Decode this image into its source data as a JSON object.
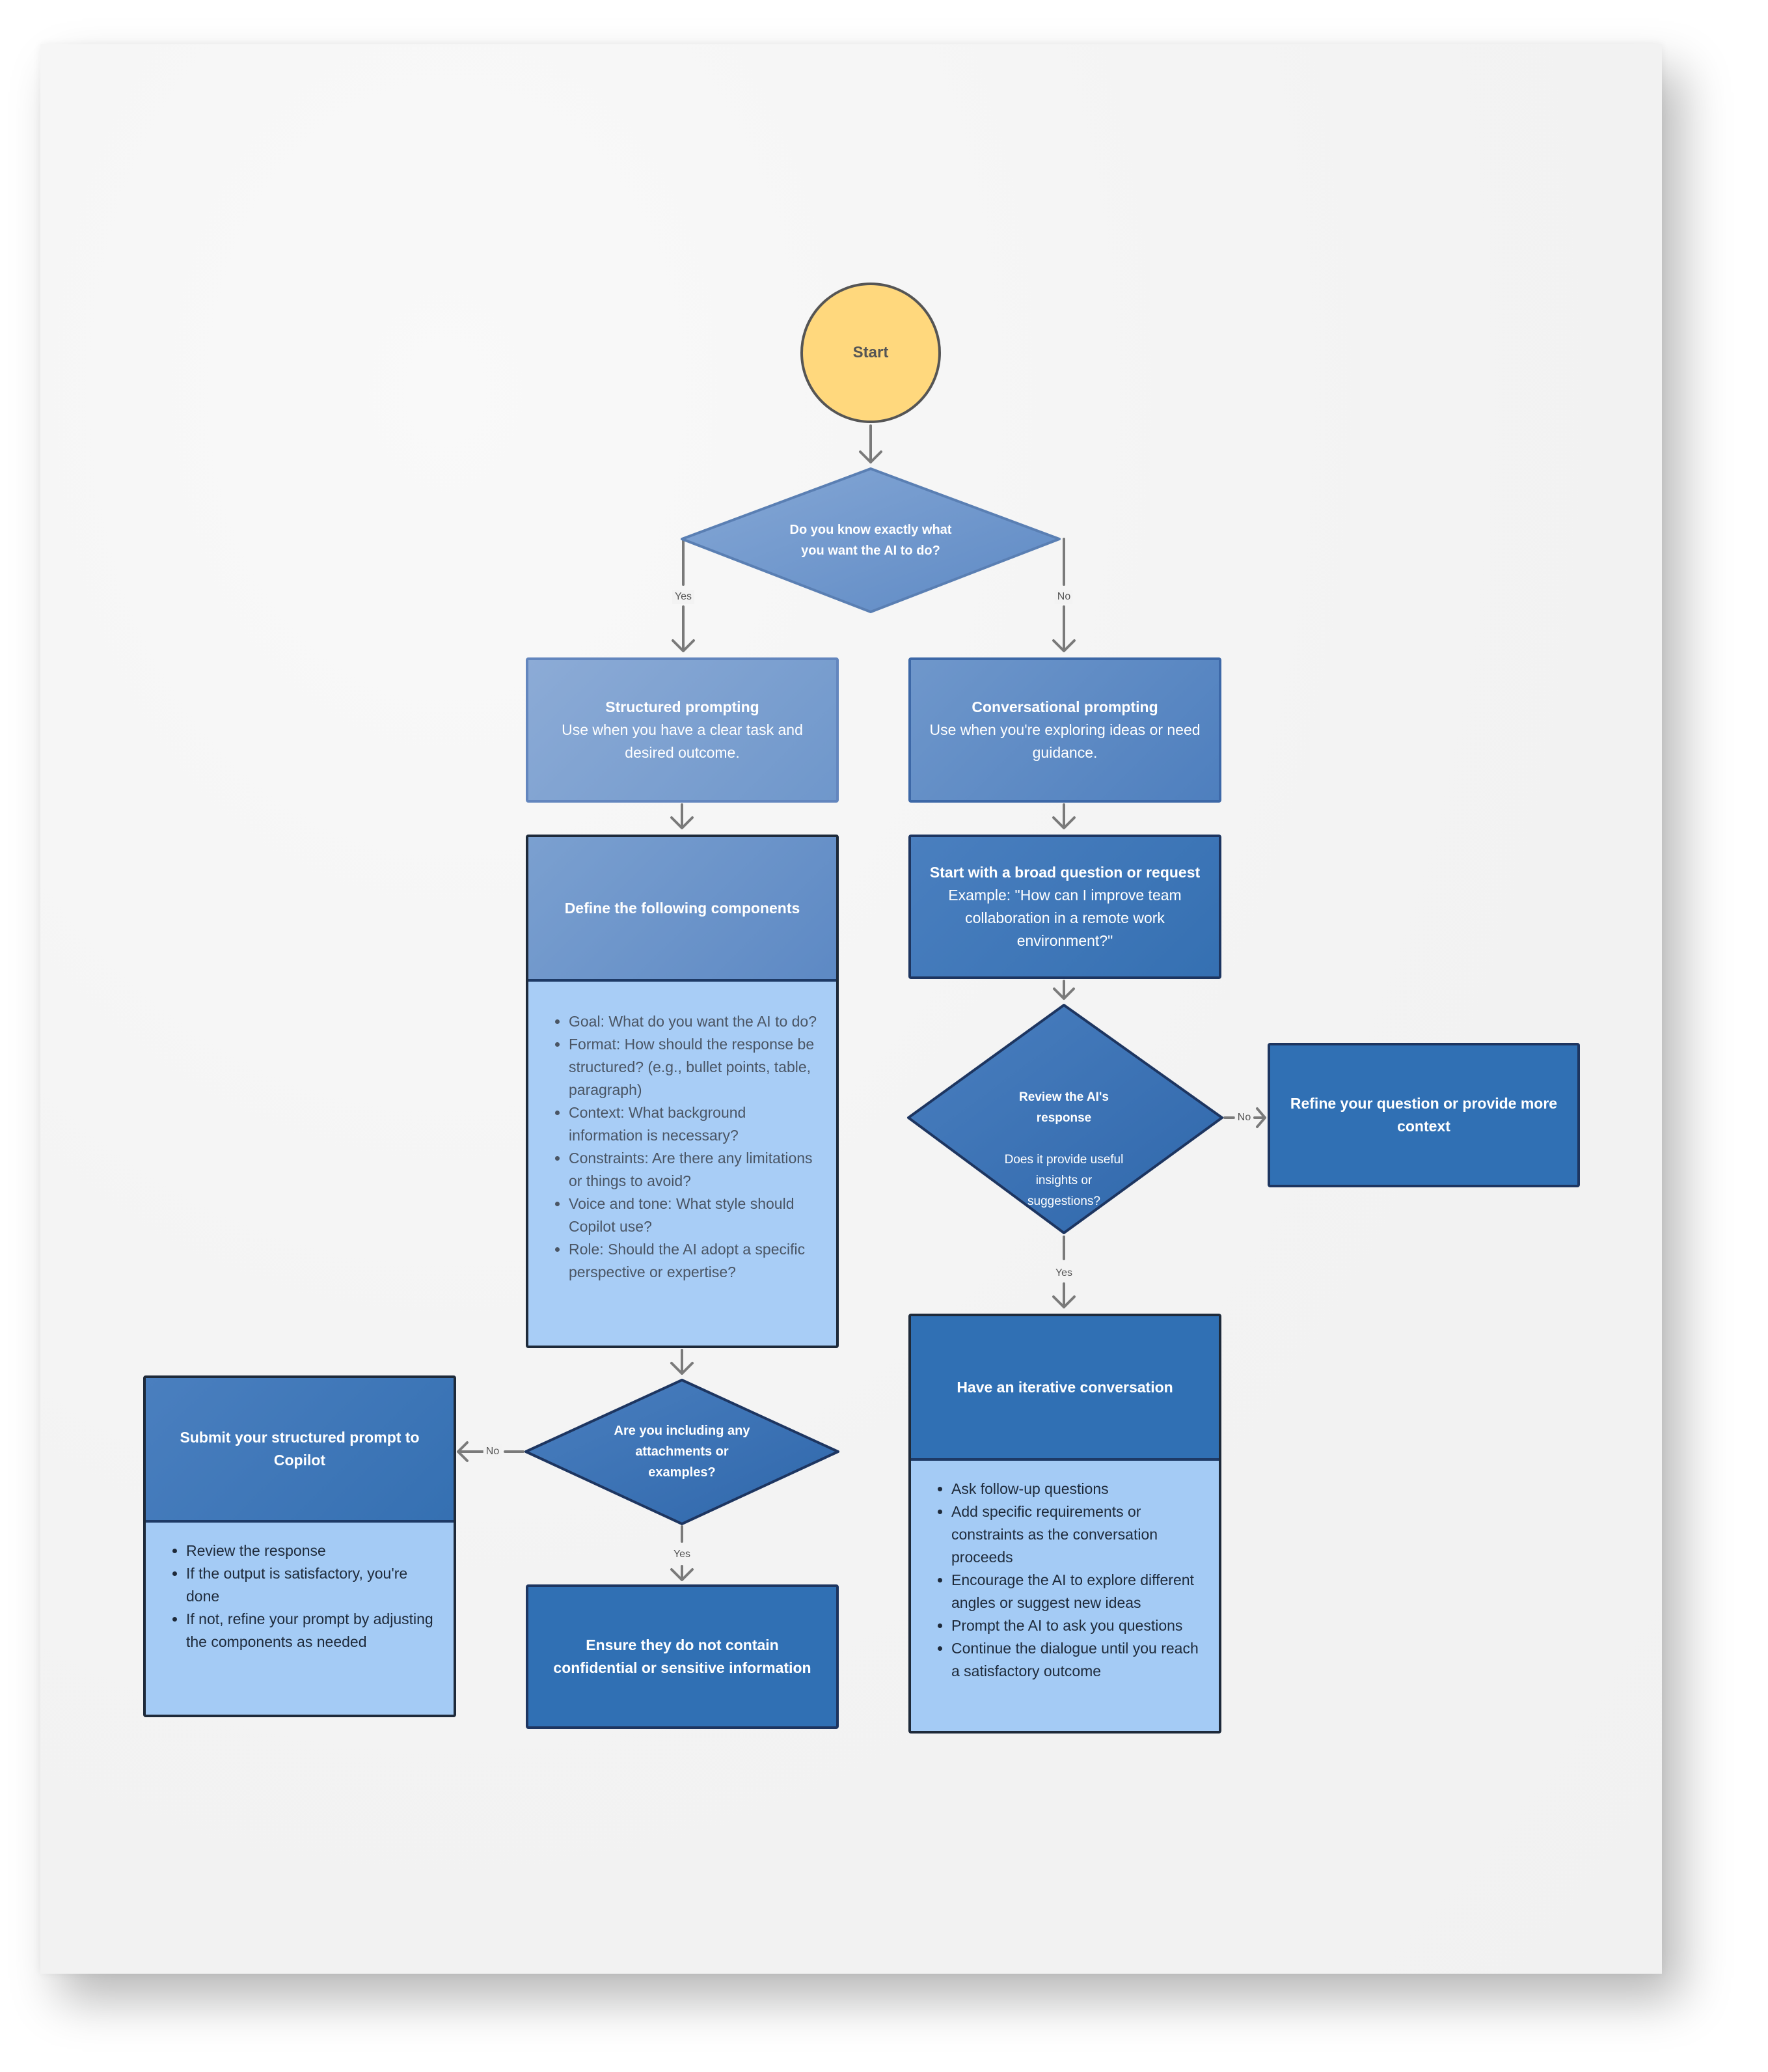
{
  "nodes": {
    "start": "Start",
    "decision_know": "Do you know exactly what\nyou want the AI to do?",
    "structured": {
      "title": "Structured prompting",
      "text": "Use when you have a clear task and desired outcome."
    },
    "conversational": {
      "title": "Conversational prompting",
      "text": "Use when you're exploring ideas or need guidance."
    },
    "define": {
      "title": "Define the following components",
      "items": [
        "Goal: What do you want the AI to do?",
        "Format: How should the response be structured? (e.g., bullet points, table, paragraph)",
        "Context: What background information is necessary?",
        "Constraints: Are there any limitations or things to avoid?",
        "Voice and tone: What style should Copilot use?",
        "Role: Should the AI adopt a specific perspective or expertise?"
      ]
    },
    "broad": {
      "title": "Start with a broad question or request",
      "text": "Example: \"How can I improve team collaboration in a remote work environment?\""
    },
    "decision_review": {
      "title": "Review the AI's\nresponse",
      "text": "Does it provide useful\ninsights or\nsuggestions?"
    },
    "refine": "Refine your question or provide more context",
    "iterative": {
      "title": "Have an iterative conversation",
      "items": [
        "Ask follow-up questions",
        "Add specific requirements or constraints as the conversation proceeds",
        "Encourage the AI to explore different angles or suggest new ideas",
        "Prompt the AI to ask you questions",
        "Continue the dialogue until you reach a satisfactory outcome"
      ]
    },
    "decision_attach": "Are you including any\nattachments or\nexamples?",
    "submit": {
      "title": "Submit your structured prompt to Copilot",
      "items": [
        "Review the response",
        "If the output is satisfactory, you're done",
        "If not, refine your prompt by adjusting the components as needed"
      ]
    },
    "ensure": "Ensure they do not contain confidential or sensitive information"
  },
  "edge_labels": {
    "know_yes": "Yes",
    "know_no": "No",
    "review_no": "No",
    "review_yes": "Yes",
    "attach_no": "No",
    "attach_yes": "Yes"
  },
  "colors": {
    "start_fill": "#ffd87d",
    "decision_fill": "#3a72b3",
    "box_dark": "#3070b4",
    "card_body": "#a8cdf6",
    "connector": "#7a7a7a"
  }
}
